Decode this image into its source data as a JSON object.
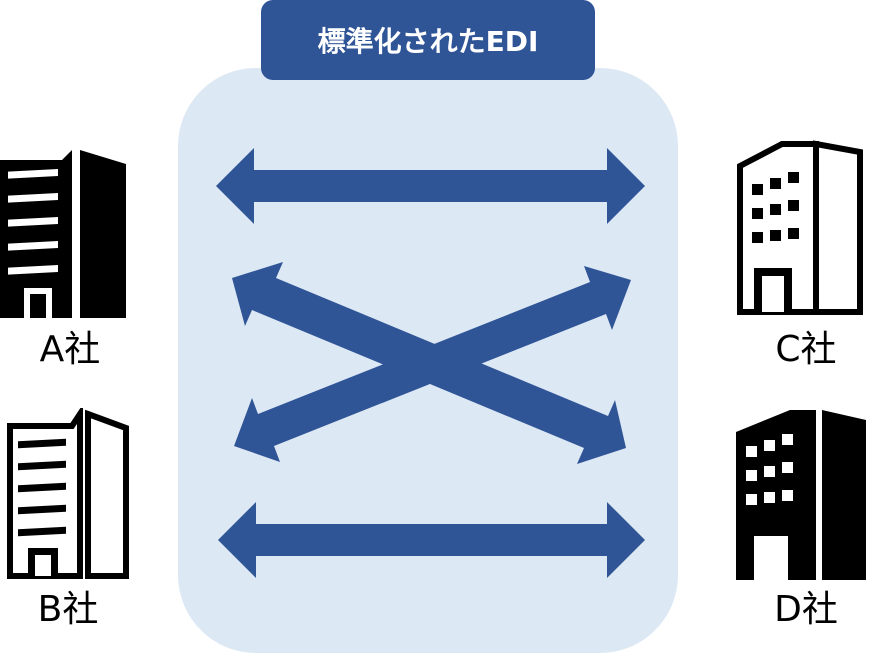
{
  "diagram": {
    "title": "標準化されたEDI",
    "companies": [
      {
        "id": "a",
        "label": "A社",
        "icon": "office-building-icon"
      },
      {
        "id": "b",
        "label": "B社",
        "icon": "office-building-icon"
      },
      {
        "id": "c",
        "label": "C社",
        "icon": "office-building-icon"
      },
      {
        "id": "d",
        "label": "D社",
        "icon": "office-building-icon"
      }
    ],
    "connections": [
      {
        "from": "a",
        "to": "c"
      },
      {
        "from": "a",
        "to": "d"
      },
      {
        "from": "b",
        "to": "c"
      },
      {
        "from": "b",
        "to": "d"
      }
    ]
  },
  "colors": {
    "hub_background": "#dde8f5",
    "accent": "#2f5597",
    "icon": "#000000"
  }
}
